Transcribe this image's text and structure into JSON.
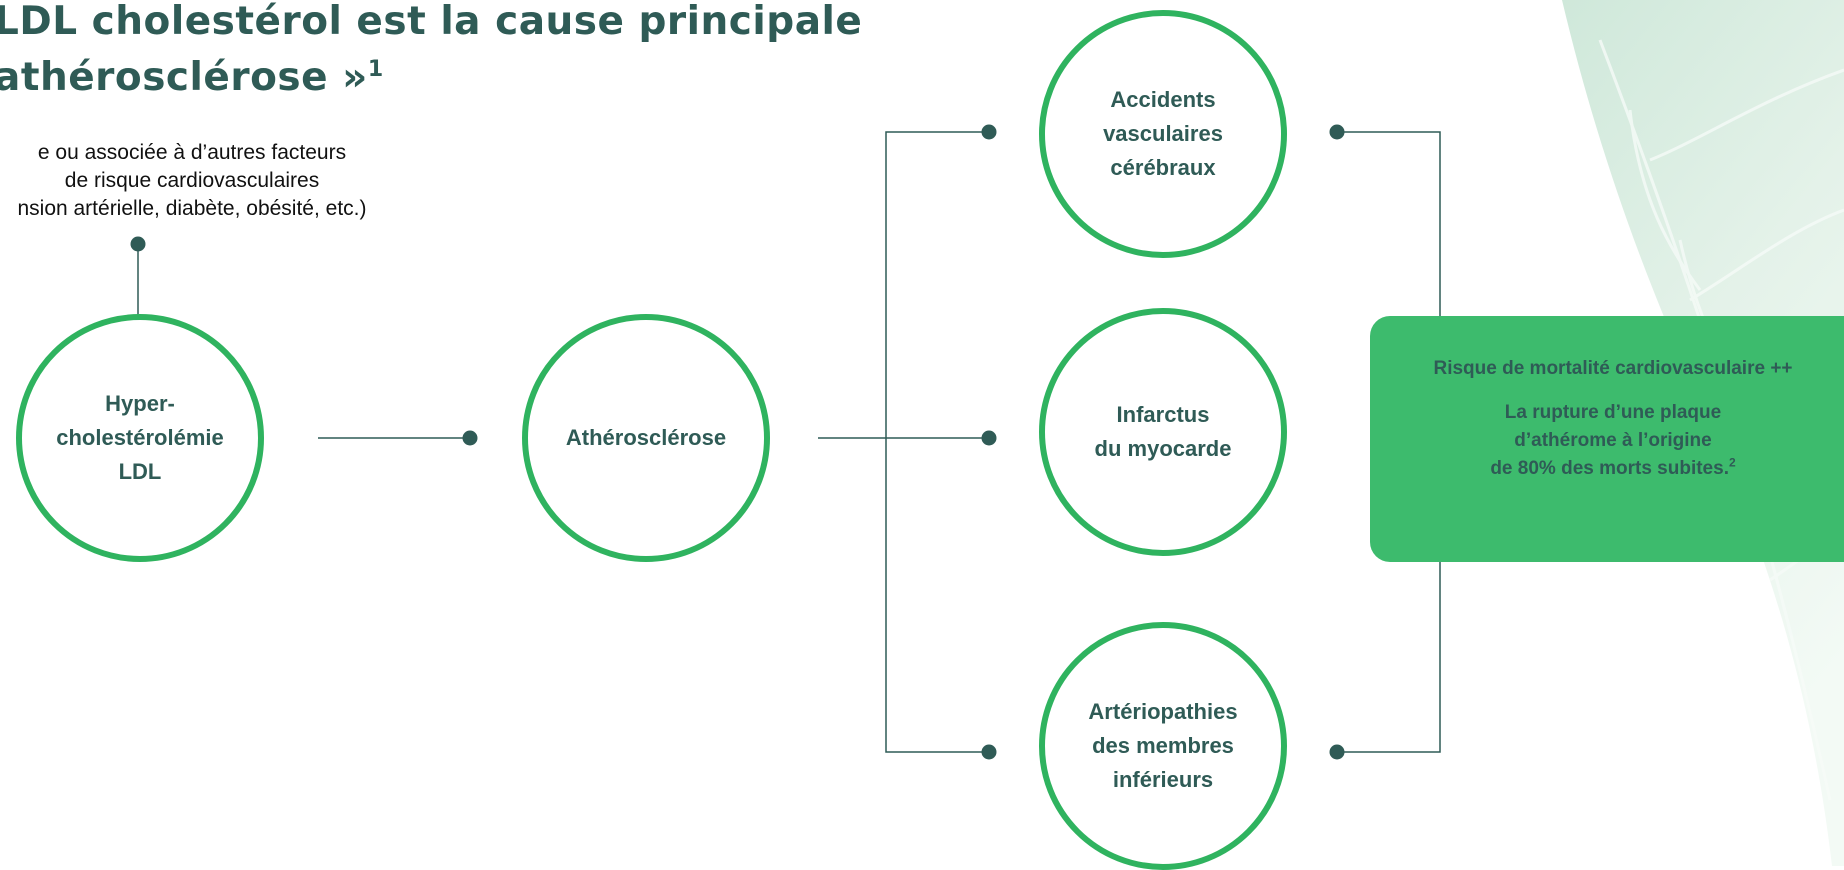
{
  "colors": {
    "accent_green": "#2fb35f",
    "box_green": "#3dbb6d",
    "text_teal": "#2f5b56",
    "line_teal": "#2f5b56",
    "background": "#ffffff"
  },
  "title": {
    "line1": "LDL cholestérol est la cause principale",
    "line2": "athérosclérose »",
    "ref": "1"
  },
  "note": {
    "line1": "e ou associée à d’autres facteurs",
    "line2": "de risque cardiovasculaires",
    "line3": "nsion artérielle, diabète, obésité, etc.)"
  },
  "nodes": {
    "hypercholesterolemia": "Hyper-\ncholestérolémie\nLDL",
    "atherosclerosis": "Athérosclérose",
    "stroke": "Accidents\nvasculaires\ncérébraux",
    "infarction": "Infarctus\ndu myocarde",
    "peripheral": "Artériopathies\ndes membres\ninférieurs"
  },
  "risk_box": {
    "heading": "Risque de mortalité cardiovasculaire ++",
    "line1": "La rupture d’une plaque",
    "line2": "d’athérome à l’origine",
    "line3": "de 80%  des morts subites.",
    "ref": "2"
  },
  "icons": [
    "connector-dot-icon"
  ]
}
